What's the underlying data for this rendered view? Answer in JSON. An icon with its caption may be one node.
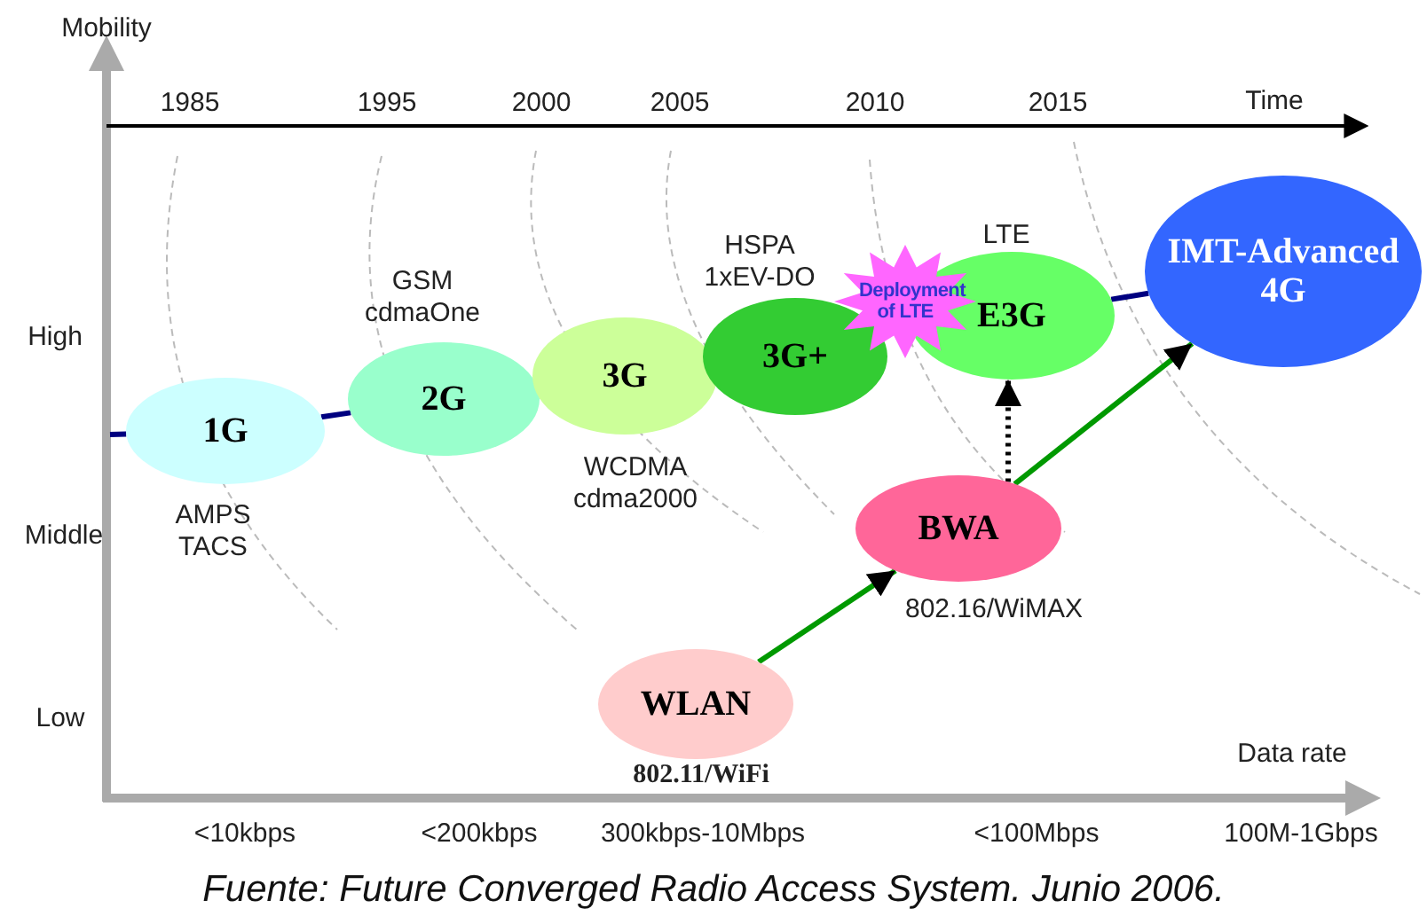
{
  "diagram": {
    "caption": "Fuente: Future Converged Radio Access System. Junio 2006.",
    "nodes": [
      {
        "text": [
          "1G"
        ],
        "beside": [
          "AMPS TACS"
        ]
      },
      {
        "text": [
          "2G"
        ],
        "beside": [
          "GSM cdmaOne"
        ]
      },
      {
        "text": [
          "3G"
        ],
        "beside": [
          "WCDMA cdma2000"
        ]
      },
      {
        "text": [
          "3G+"
        ],
        "beside": [
          "HSPA 1xEV-DO"
        ]
      },
      {
        "text": [
          "Deployment of LTE"
        ]
      },
      {
        "text": [
          "E3G"
        ],
        "beside": [
          "LTE"
        ]
      },
      {
        "text": [
          "IMT-Advanced 4G"
        ]
      },
      {
        "text": [
          "BWA"
        ],
        "beside": [
          "802.16/WiMAX"
        ]
      },
      {
        "text": [
          "WLAN"
        ],
        "beside": [
          "802.11/WiFi"
        ]
      }
    ],
    "edges": [
      {
        "from": null,
        "to": 0,
        "arrow": "none",
        "color": "#000080"
      },
      {
        "from": 0,
        "to": 1,
        "arrow": "none",
        "color": "#000080"
      },
      {
        "from": 5,
        "to": 6,
        "arrow": "none",
        "color": "#000080"
      },
      {
        "from": 8,
        "to": 7,
        "arrow": "to",
        "color": "#009900"
      },
      {
        "from": 7,
        "to": 6,
        "arrow": "to",
        "color": "#009900"
      },
      {
        "from": 7,
        "to": 5,
        "arrow": "to",
        "style": "dashed",
        "color": "#000000"
      }
    ],
    "labels": [
      "Mobility",
      "1985",
      "1995",
      "2000",
      "2005",
      "2010",
      "2015",
      "Time",
      "High",
      "Middle",
      "Low",
      "Data rate",
      "<10kbps",
      "<200kbps",
      "300kbps-10Mbps",
      "<100Mbps",
      "100M-1Gbps"
    ]
  }
}
